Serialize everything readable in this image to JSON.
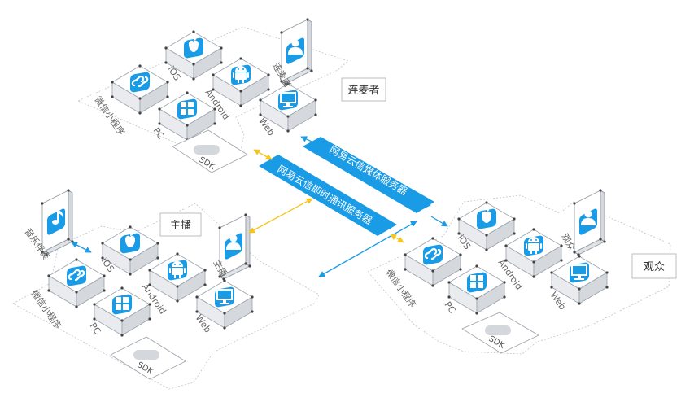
{
  "groups": {
    "lianmai": {
      "role_label": "连麦者",
      "user_caption": "连麦者",
      "platforms": {
        "ios": "iOS",
        "android": "Android",
        "web": "Web",
        "pc": "PC",
        "miniapp": "微信小程序"
      },
      "sdk_label": "SDK"
    },
    "zhubo": {
      "role_label": "主播",
      "user_caption": "主播",
      "music_caption": "音乐伴奏",
      "platforms": {
        "ios": "iOS",
        "android": "Android",
        "web": "Web",
        "pc": "PC",
        "miniapp": "微信小程序"
      },
      "sdk_label": "SDK"
    },
    "guanzhong": {
      "role_label": "观众",
      "user_caption": "观众",
      "platforms": {
        "ios": "iOS",
        "android": "Android",
        "web": "Web",
        "pc": "PC",
        "miniapp": "微信小程序"
      },
      "sdk_label": "SDK"
    }
  },
  "servers": {
    "media": "网易云信媒体服务器",
    "im": "网易云信即时通讯服务器"
  },
  "colors": {
    "accent": "#1a9be6",
    "connector": "#f4c61f",
    "cube_top": "#ffffff",
    "cube_left": "#e9ebee",
    "cube_right": "#d5d9de"
  },
  "icons": [
    "apple-icon",
    "android-icon",
    "monitor-icon",
    "windows-icon",
    "mini-program-icon",
    "user-icon",
    "music-note-icon"
  ]
}
